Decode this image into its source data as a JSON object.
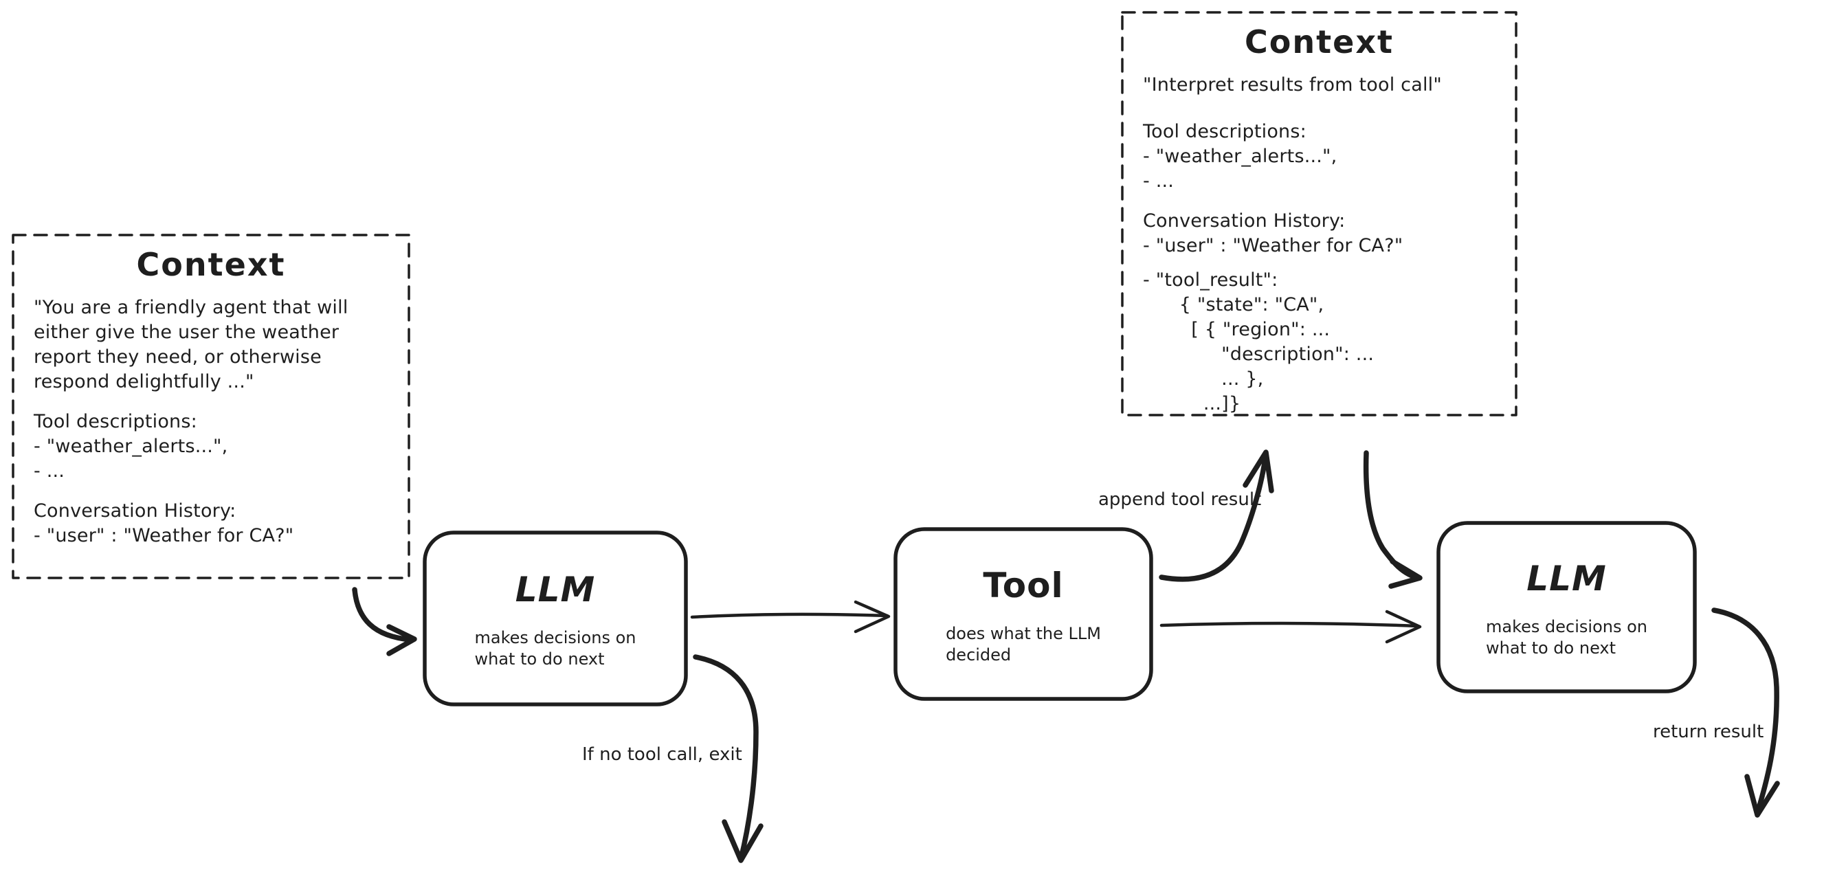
{
  "colors": {
    "ink": "#1e1e1e",
    "background": "#ffffff"
  },
  "context_left": {
    "title": "Context",
    "system_prompt": "\"You are a friendly agent that will\neither give the user the weather\nreport they need, or otherwise\nrespond delightfully ...\"",
    "tool_descriptions": "Tool descriptions:\n- \"weather_alerts...\",\n- ...",
    "conversation_history": "Conversation History:\n- \"user\" : \"Weather for CA?\""
  },
  "context_top": {
    "title": "Context",
    "instruction": "\"Interpret results from tool call\"",
    "tool_descriptions": "Tool descriptions:\n- \"weather_alerts...\",\n- ...",
    "conversation_history": "Conversation History:\n- \"user\" : \"Weather for CA?\"",
    "tool_result": "- \"tool_result\":\n      { \"state\": \"CA\",\n        [ { \"region\": ...\n             \"description\": ...\n             ... },\n          ...]}"
  },
  "nodes": {
    "llm_first": {
      "title": "LLM",
      "subtitle": "makes decisions on\nwhat to do next"
    },
    "tool": {
      "title": "Tool",
      "subtitle": "does what the LLM\ndecided"
    },
    "llm_second": {
      "title": "LLM",
      "subtitle": "makes decisions on\nwhat to do next"
    }
  },
  "edge_labels": {
    "append_tool_result": "append tool result",
    "if_no_tool_call_exit": "If no tool call, exit",
    "return_result": "return result"
  }
}
